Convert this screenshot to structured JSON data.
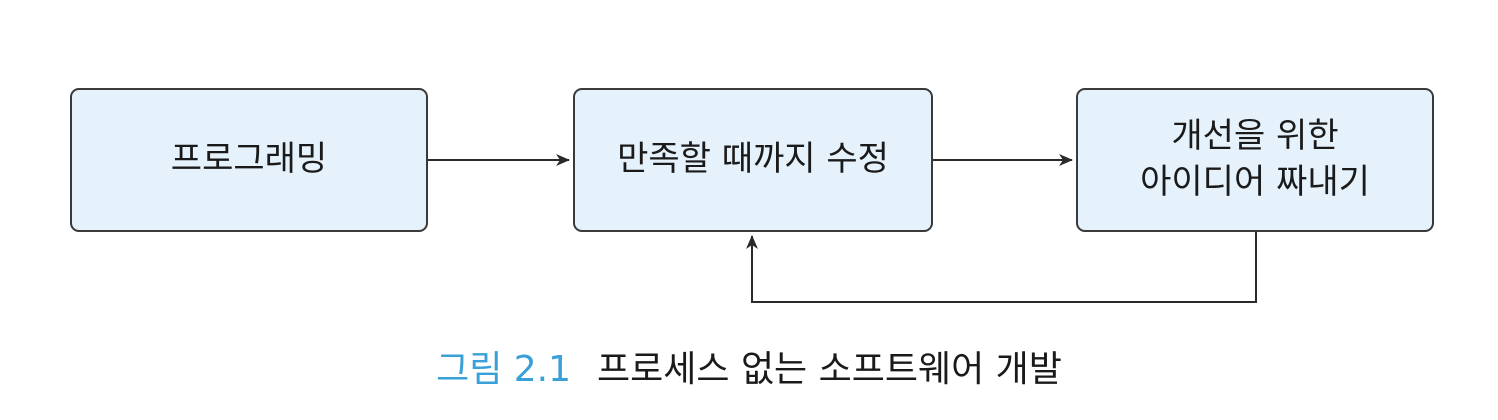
{
  "diagram": {
    "boxes": {
      "programming": {
        "label": "프로그래밍"
      },
      "revise": {
        "label": "만족할 때까지 수정"
      },
      "ideas": {
        "lines": [
          "개선을 위한",
          "아이디어 짜내기"
        ]
      }
    },
    "edges": [
      {
        "from": "programming",
        "to": "revise"
      },
      {
        "from": "revise",
        "to": "ideas"
      },
      {
        "from": "ideas",
        "to": "revise"
      }
    ]
  },
  "caption": {
    "label": "그림 2.1",
    "title": "프로세스 없는 소프트웨어 개발"
  },
  "colors": {
    "box_fill": "#e5f1fb",
    "box_border": "#3a3a3a",
    "caption_label": "#3aa0d8",
    "text": "#1a1a1a"
  }
}
